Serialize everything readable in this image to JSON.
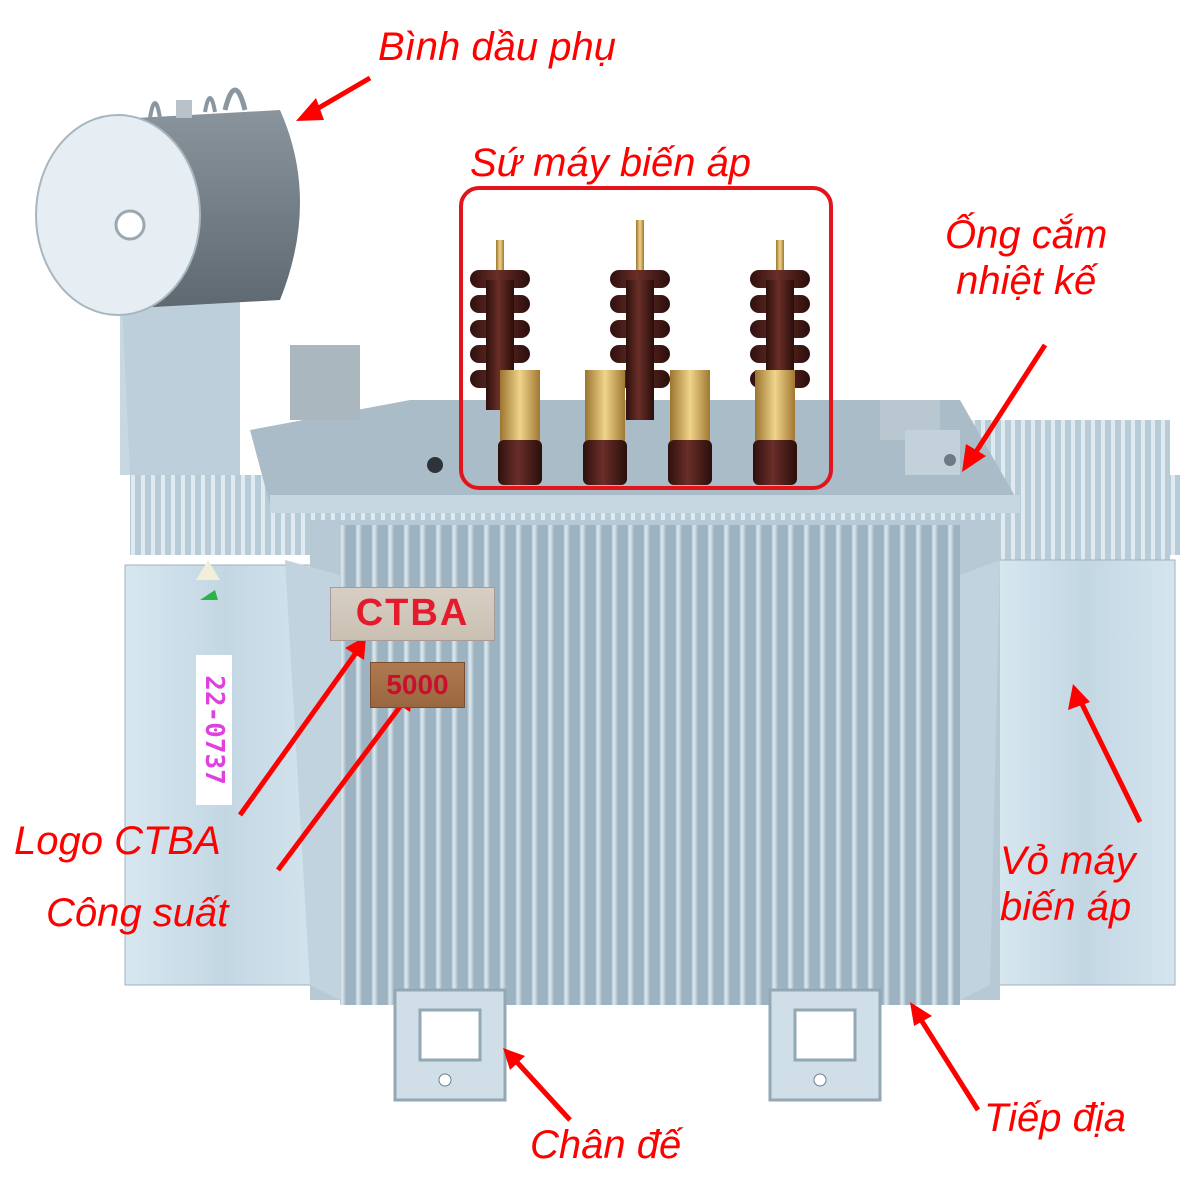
{
  "labels": {
    "conservator": "Bình dầu phụ",
    "bushings": "Sứ máy biến áp",
    "thermometer_pocket_line1": "Ống cắm",
    "thermometer_pocket_line2": "nhiệt kế",
    "logo": "Logo CTBA",
    "capacity": "Công suất",
    "tank_line1": "Vỏ máy",
    "tank_line2": "biến áp",
    "base": "Chân đế",
    "grounding": "Tiếp địa"
  },
  "equipment": {
    "brand_plate": "CTBA",
    "capacity_plate": "5000",
    "serial_tag": "22-0737"
  },
  "colors": {
    "annotation": "#ff0000",
    "tank": "#c9dde8",
    "radiator": "#a9bfcc",
    "conservator_body": "#6d7780",
    "bushing": "#4a1e1a",
    "brass": "#c9a24a"
  }
}
